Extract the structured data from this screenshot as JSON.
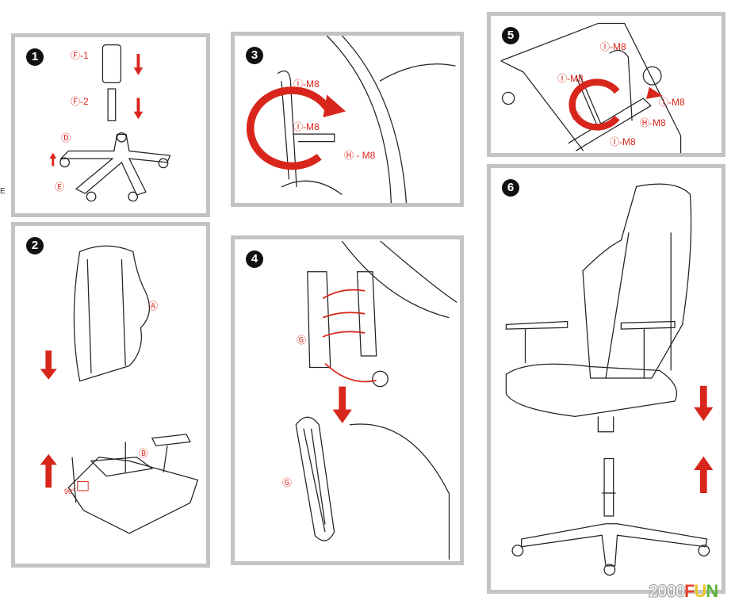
{
  "steps": [
    {
      "number": "1",
      "labels": {
        "f1": "Ⓕ-1",
        "f2": "Ⓕ-2",
        "d": "Ⓓ",
        "e": "Ⓔ"
      }
    },
    {
      "number": "2",
      "labels": {
        "a": "Ⓐ",
        "b": "Ⓑ",
        "angle": "90°"
      }
    },
    {
      "number": "3",
      "labels": {
        "i1": "Ⓘ-M8",
        "i2": "Ⓘ-M8",
        "h": "Ⓗ - M8"
      }
    },
    {
      "number": "4",
      "labels": {
        "g1": "Ⓖ",
        "g2": "Ⓖ"
      }
    },
    {
      "number": "5",
      "labels": {
        "i1": "Ⓘ-M8",
        "i2": "Ⓘ-M8",
        "i3": "Ⓘ-M8",
        "i4": "Ⓘ-M8",
        "h": "Ⓗ-M8",
        "c": "Ⓒ"
      }
    },
    {
      "number": "6"
    }
  ],
  "side_mark": "E",
  "watermark": {
    "prefix": "2000",
    "f": "F",
    "u": "U",
    "n": "N"
  },
  "colors": {
    "accent": "#d8261c",
    "border": "#c3c3c3"
  }
}
